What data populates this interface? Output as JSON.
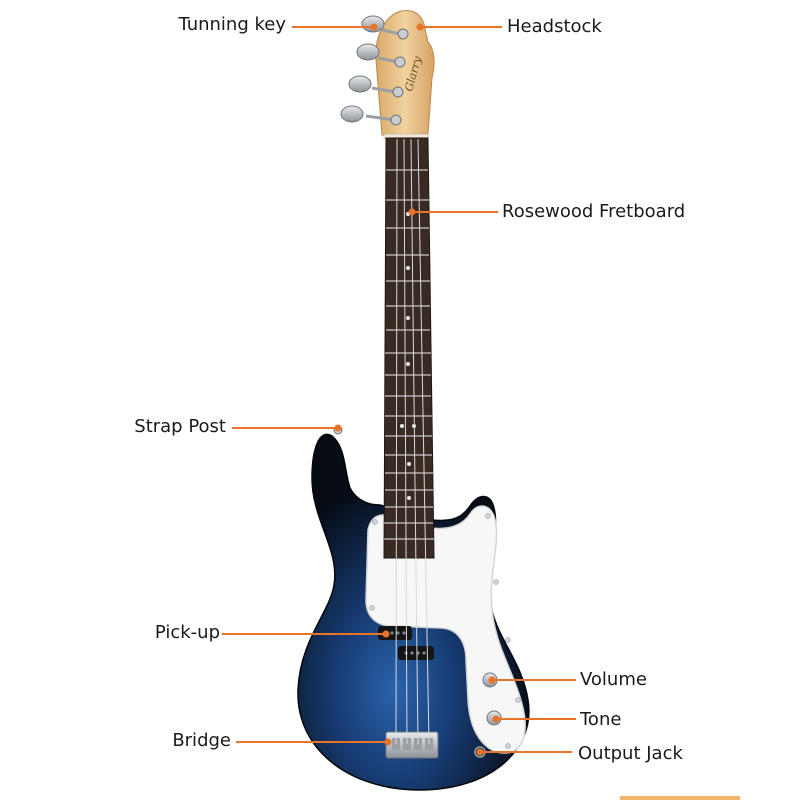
{
  "labels": {
    "tuning_key": "Tunning key",
    "headstock": "Headstock",
    "fretboard": "Rosewood Fretboard",
    "strap_post": "Strap Post",
    "pickup": "Pick-up",
    "volume": "Volume",
    "tone": "Tone",
    "bridge": "Bridge",
    "output_jack": "Output Jack"
  },
  "colors": {
    "accent": "#e8742a",
    "body_dark": "#0b1424",
    "body_blue": "#1f4d8f",
    "pickguard": "#f7f7f7",
    "fretboard": "#3a2a24",
    "maple": "#e8c48d",
    "chrome": "#b9bcc2"
  }
}
